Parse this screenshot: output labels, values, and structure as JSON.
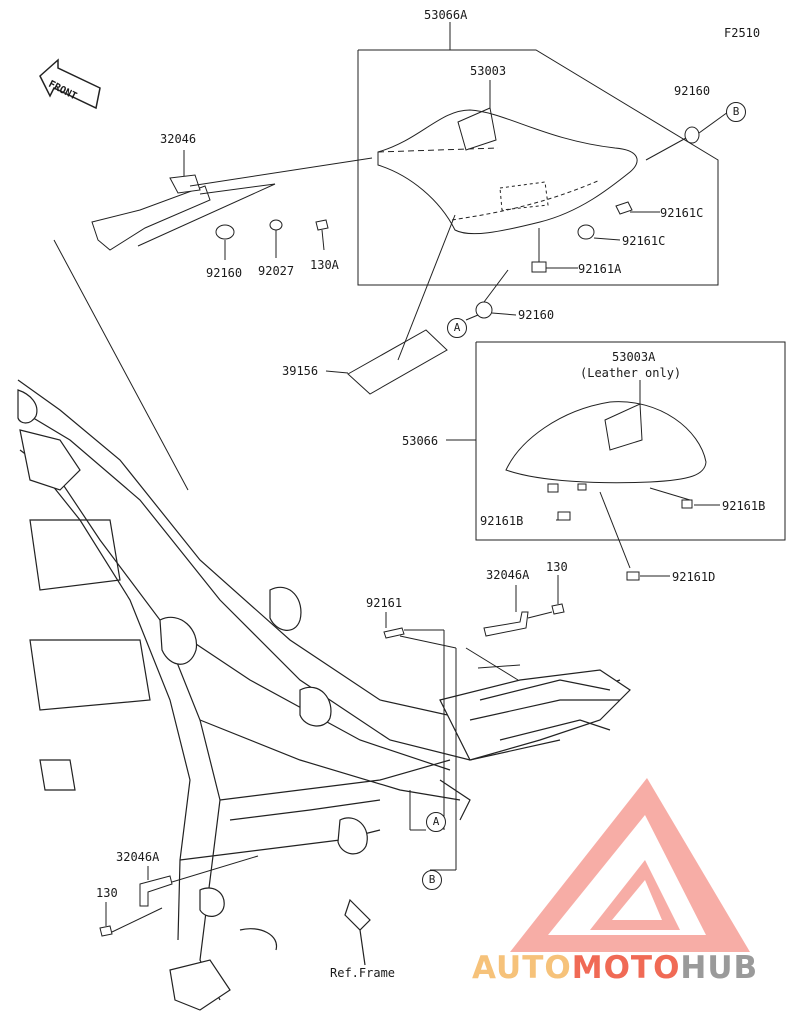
{
  "figure_code": "F2510",
  "front_arrow": "FRONT",
  "ref_frame": "Ref.Frame",
  "parts": {
    "p53066A": "53066A",
    "p53003": "53003",
    "p92160_top": "92160",
    "p92161C_a": "92161C",
    "p92161C_b": "92161C",
    "p92161A": "92161A",
    "p92160_mid": "92160",
    "p32046": "32046",
    "p92160_left": "92160",
    "p92027": "92027",
    "p130A": "130A",
    "p39156": "39156",
    "p53003A": "53003A",
    "p53003A_note": "(Leather only)",
    "p53066": "53066",
    "p92161B_left": "92161B",
    "p92161B_right": "92161B",
    "p92161D": "92161D",
    "p32046A_top": "32046A",
    "p130_top": "130",
    "p92161": "92161",
    "p32046A_bottom": "32046A",
    "p130_bottom": "130"
  },
  "markers": {
    "A": "A",
    "B": "B"
  },
  "watermark": {
    "part1": "AUTO",
    "part2": "MOTO",
    "part3": "HUB",
    "color_auto": "#f6c27a",
    "color_moto": "#f06a55",
    "color_hub": "#9a9a9a",
    "logo_color": "#f26b5f"
  }
}
